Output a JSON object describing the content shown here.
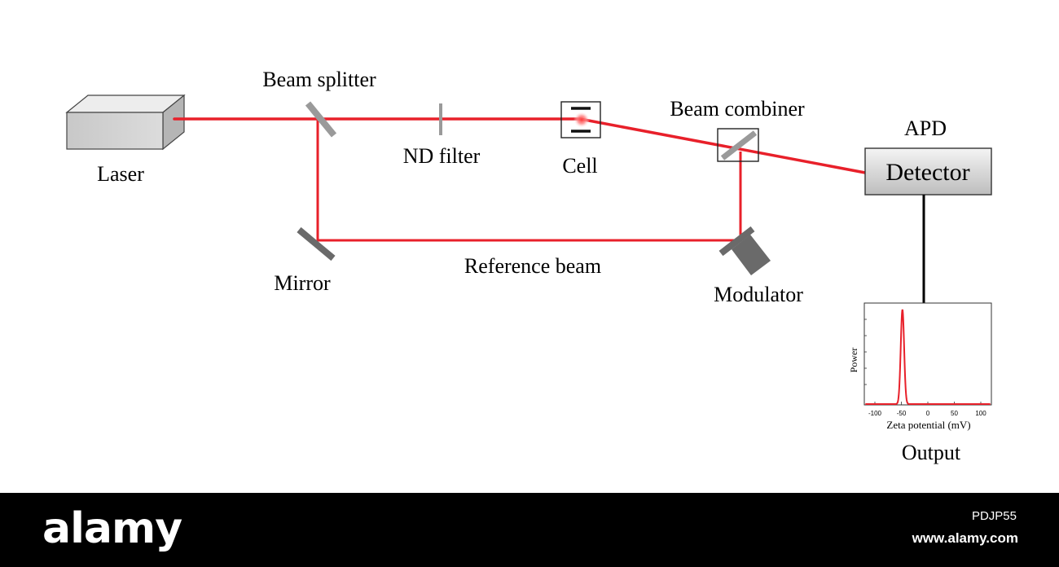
{
  "labels": {
    "laser": "Laser",
    "beam_splitter": "Beam splitter",
    "nd_filter": "ND filter",
    "cell": "Cell",
    "beam_combiner": "Beam combiner",
    "apd": "APD",
    "detector": "Detector",
    "mirror": "Mirror",
    "reference_beam": "Reference beam",
    "modulator": "Modulator",
    "output": "Output"
  },
  "inset_plot": {
    "xlabel": "Zeta potential (mV)",
    "ylabel": "Power",
    "xticks": [
      "-100",
      "-50",
      "0",
      "50",
      "100"
    ],
    "xlim": [
      -120,
      120
    ],
    "peak_center_mv": -48,
    "line_color": "#e8202a"
  },
  "colors": {
    "beam": "#e8202a",
    "optic_gray": "#9a9a9a",
    "dark_gray": "#6a6a6a"
  },
  "footer": {
    "logo": "alamy",
    "image_id": "PDJP55",
    "site": "www.alamy.com"
  }
}
